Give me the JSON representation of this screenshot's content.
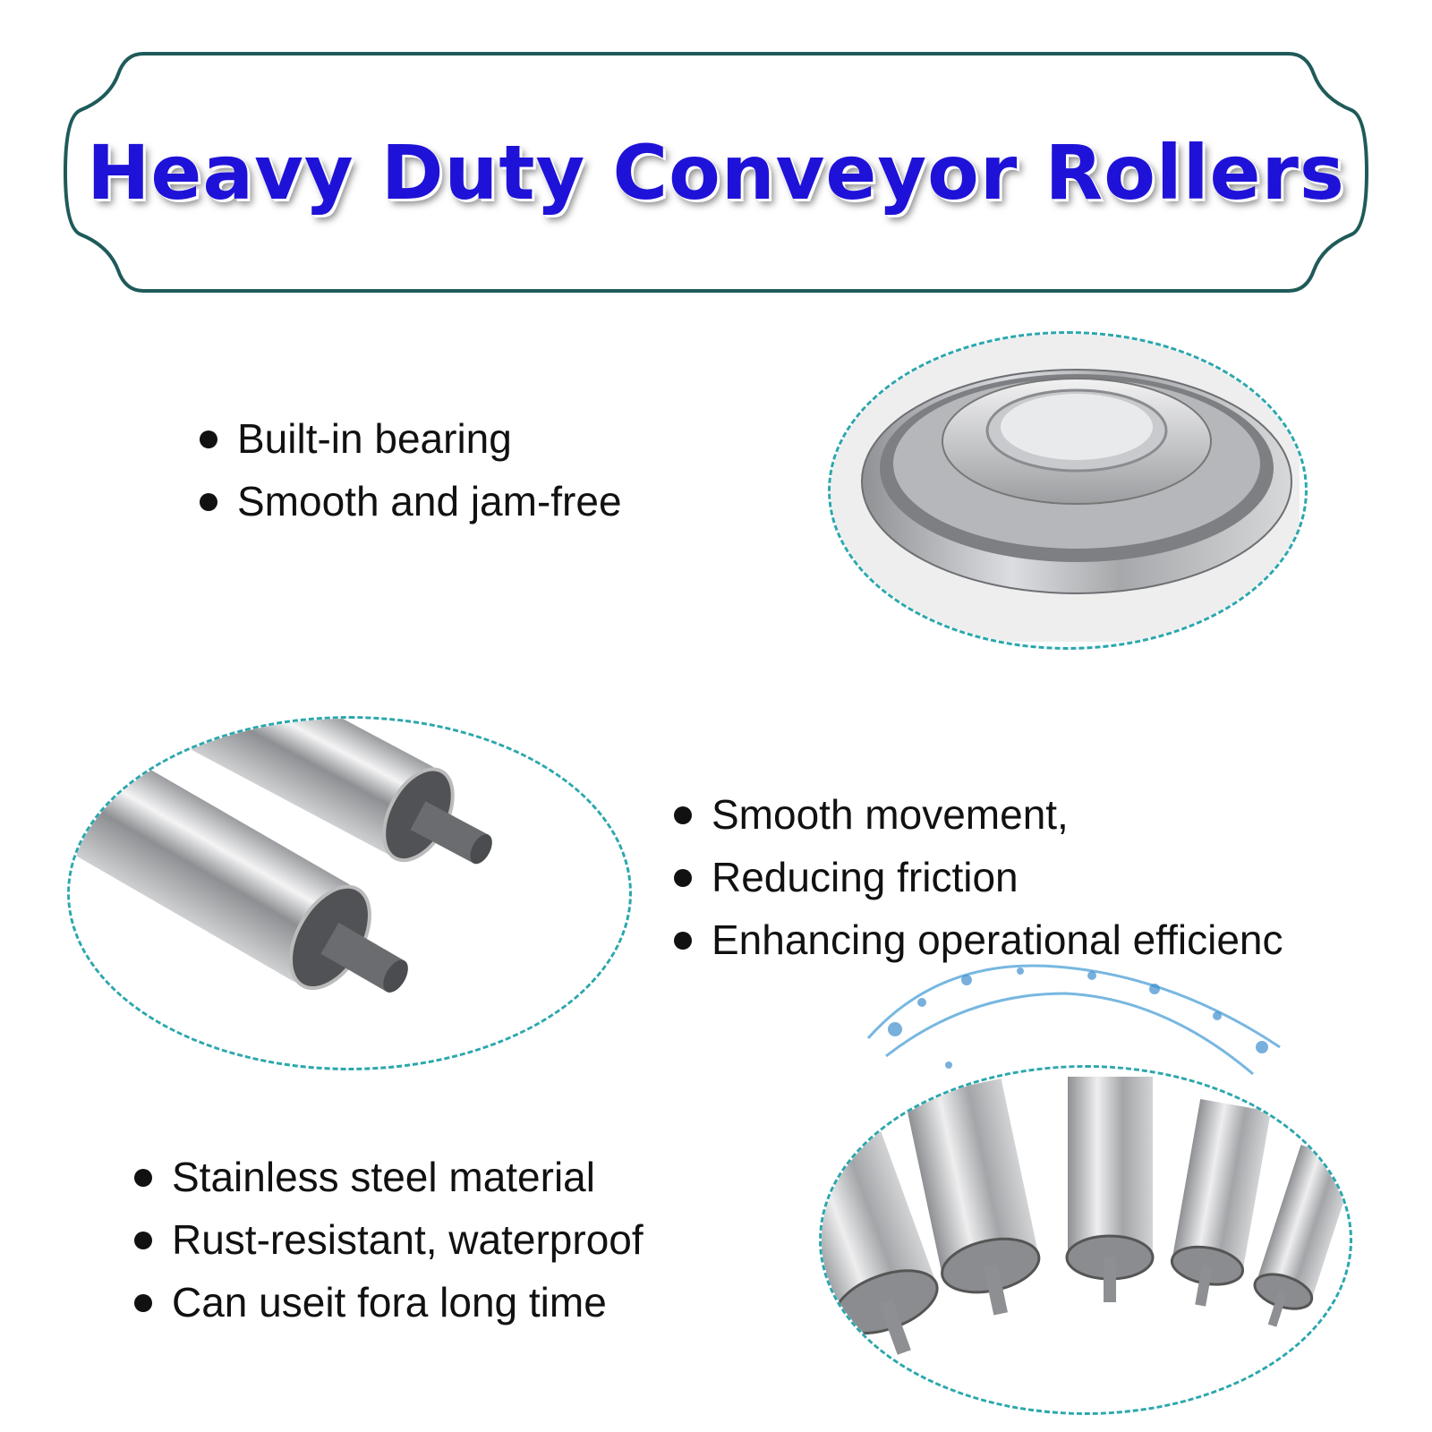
{
  "header": {
    "title": "Heavy Duty Conveyor Rollers"
  },
  "sections": [
    {
      "bullets": [
        "Built-in bearing",
        "Smooth and jam-free"
      ],
      "image": "tapered-roller-bearing"
    },
    {
      "bullets": [
        "Smooth movement,",
        "Reducing friction",
        "Enhancing operational efficienc"
      ],
      "image": "roller-ends-with-shafts"
    },
    {
      "bullets": [
        "Stainless steel material",
        "Rust-resistant, waterproof",
        "Can useit fora long time"
      ],
      "image": "rollers-with-water-splash"
    }
  ],
  "colors": {
    "title": "#1f12d8",
    "frame": "#1f5a5a",
    "dashed_ring": "#2aa7ad",
    "text": "#111111"
  }
}
